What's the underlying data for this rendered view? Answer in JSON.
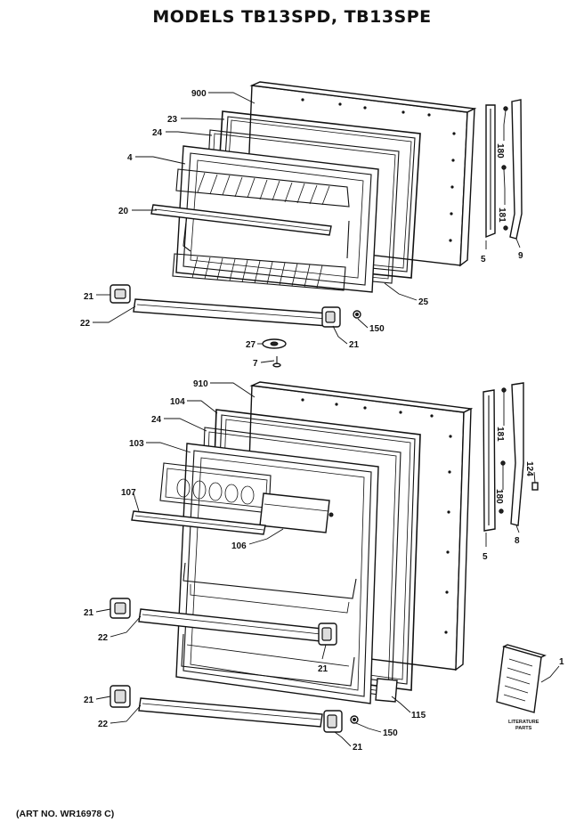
{
  "title": "MODELS TB13SPD, TB13SPE",
  "art_no": "(ART NO. WR16978 C)",
  "literature_label": [
    "LITERATURE",
    "PARTS"
  ],
  "callouts": {
    "l900": "900",
    "l23": "23",
    "l24a": "24",
    "l4": "4",
    "l20": "20",
    "l180a": "180",
    "l181a": "181",
    "l5a": "5",
    "l9a": "9",
    "l25": "25",
    "l21a": "21",
    "l22a": "22",
    "l150a": "150",
    "l21b": "21",
    "l27": "27",
    "l7": "7",
    "l910": "910",
    "l104": "104",
    "l24b": "24",
    "l103": "103",
    "l107": "107",
    "l106": "106",
    "l181b": "181",
    "l124": "124",
    "l180b": "180",
    "l8": "8",
    "l5b": "5",
    "l21c": "21",
    "l22b": "22",
    "l21d": "21",
    "l21e": "21",
    "l22c": "22",
    "l115": "115",
    "l150b": "150",
    "l21f": "21",
    "l1": "1"
  }
}
